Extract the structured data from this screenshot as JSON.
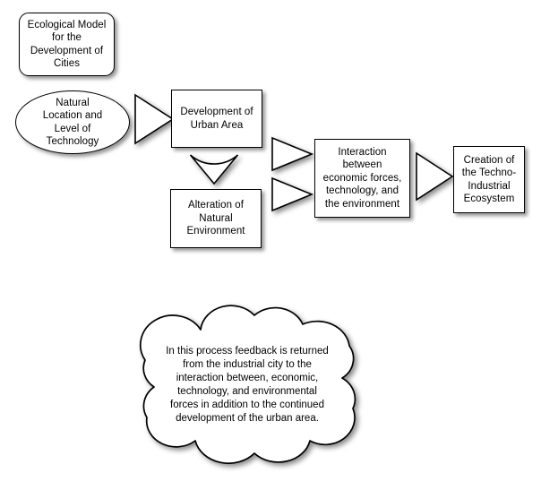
{
  "diagram": {
    "title_box": {
      "label": "Ecological Model\nfor the\nDevelopment of\nCities",
      "shape": "rounded-rectangle"
    },
    "nodes": [
      {
        "id": "natural-location",
        "label": "Natural\nLocation and\nLevel of\nTechnology",
        "shape": "ellipse"
      },
      {
        "id": "development-urban-area",
        "label": "Development of\nUrban Area",
        "shape": "rectangle"
      },
      {
        "id": "alteration-natural-environment",
        "label": "Alteration of\nNatural\nEnvironment",
        "shape": "rectangle"
      },
      {
        "id": "interaction",
        "label": "Interaction\nbetween\neconomic forces,\ntechnology, and\nthe environment",
        "shape": "rectangle"
      },
      {
        "id": "creation-techno-industrial",
        "label": "Creation of\nthe Techno-\nIndustrial\nEcosystem",
        "shape": "rectangle"
      }
    ],
    "connectors": [
      {
        "id": "arrow-1",
        "direction": "right",
        "from": "natural-location",
        "to": "development-urban-area"
      },
      {
        "id": "arrow-down",
        "direction": "down",
        "from": "development-urban-area",
        "to": "alteration-natural-environment"
      },
      {
        "id": "arrow-2",
        "direction": "right",
        "from": "development-urban-area",
        "to": "interaction"
      },
      {
        "id": "arrow-3",
        "direction": "right",
        "from": "alteration-natural-environment",
        "to": "interaction"
      },
      {
        "id": "arrow-4",
        "direction": "right",
        "from": "interaction",
        "to": "creation-techno-industrial"
      }
    ],
    "cloud": {
      "label": "In this process feedback is returned\nfrom the industrial city to the\ninteraction between, economic,\ntechnology, and environmental\nforces in addition to the continued\ndevelopment of the urban area.",
      "shape": "cloud"
    },
    "colors": {
      "background": "#ffffff",
      "stroke": "#000000",
      "fill": "#ffffff",
      "text": "#000000"
    }
  }
}
